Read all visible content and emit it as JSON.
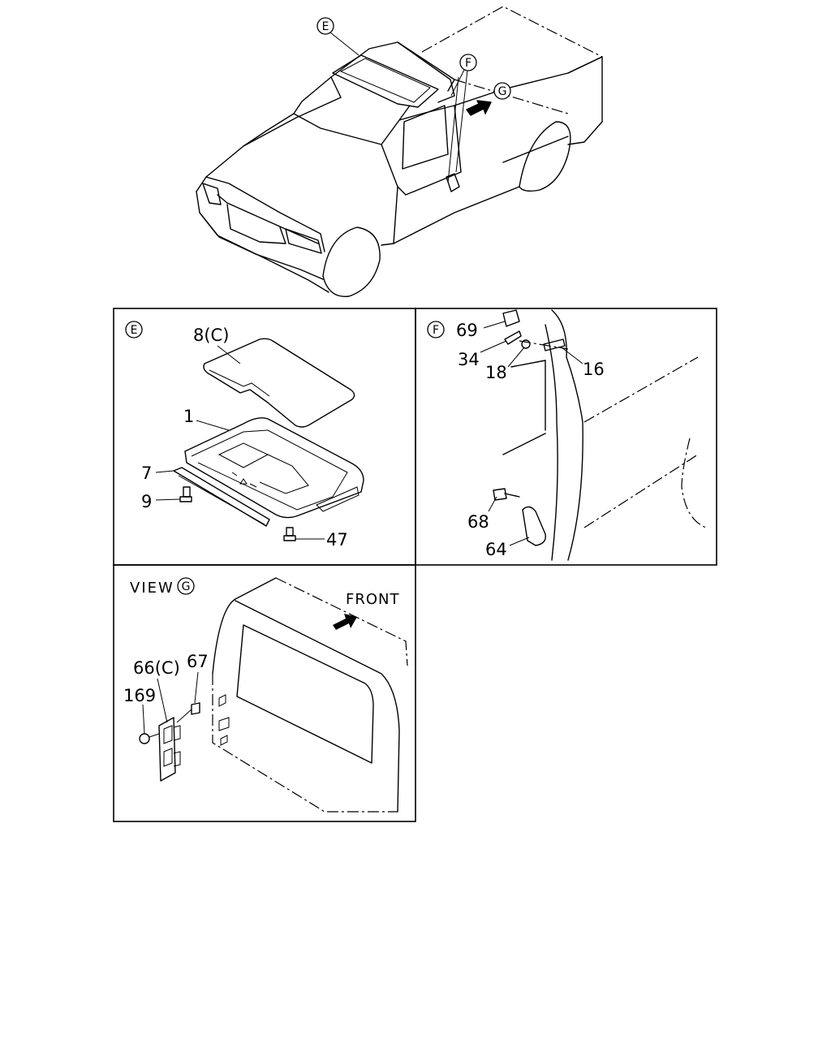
{
  "views": {
    "overview": {
      "callouts": [
        "E",
        "F",
        "G"
      ]
    },
    "E": {
      "callout": "E",
      "parts": {
        "p8c": "8(C)",
        "p1": "1",
        "p7": "7",
        "p9": "9",
        "p47": "47"
      }
    },
    "F": {
      "callout": "F",
      "parts": {
        "p69": "69",
        "p34": "34",
        "p18": "18",
        "p16": "16",
        "p68": "68",
        "p64": "64"
      }
    },
    "G": {
      "title": "VIEW",
      "callout": "G",
      "front": "FRONT",
      "parts": {
        "p66c": "66(C)",
        "p67": "67",
        "p169": "169"
      }
    }
  }
}
